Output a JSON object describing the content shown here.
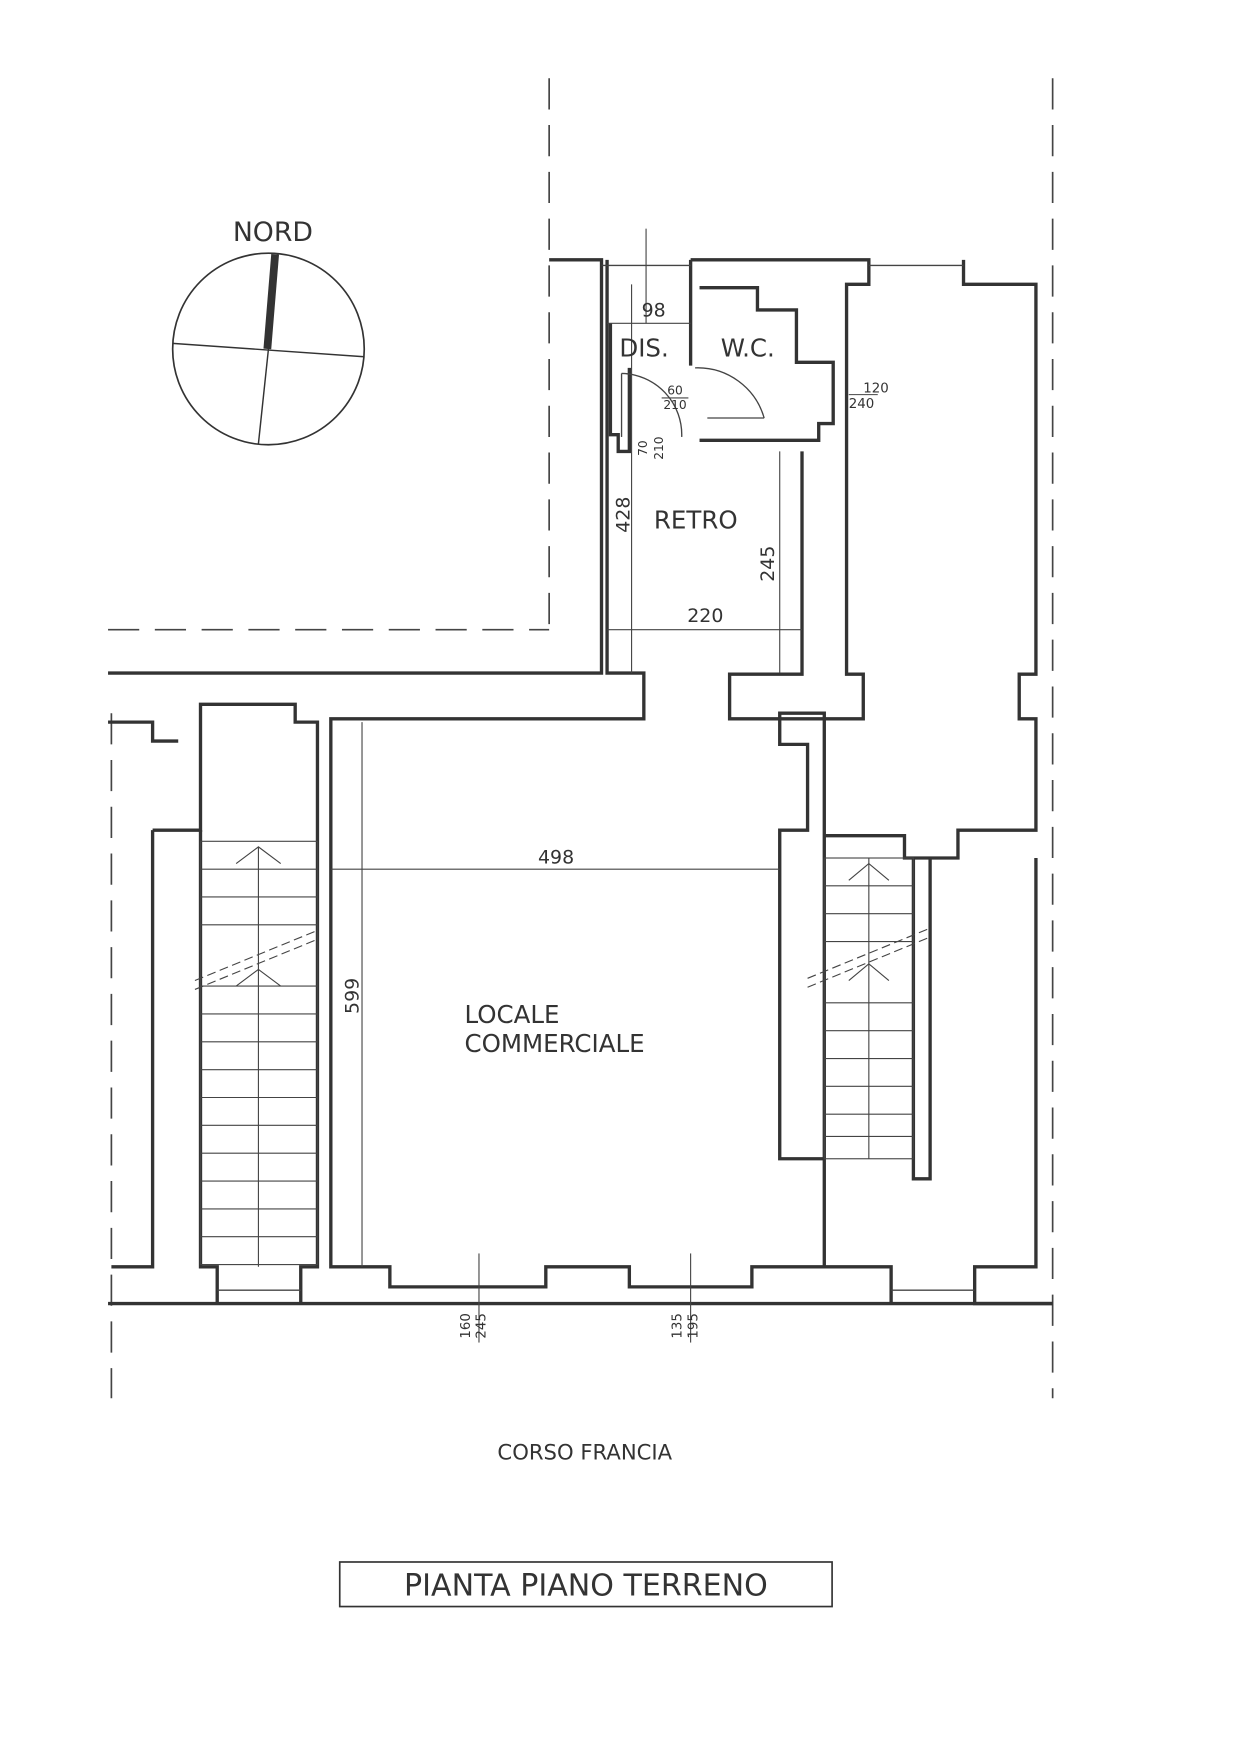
{
  "compass": {
    "label": "NORD"
  },
  "rooms": {
    "dis": "DIS.",
    "wc": "W.C.",
    "retro": "RETRO",
    "locale_line1": "LOCALE",
    "locale_line2": "COMMERCIALE"
  },
  "dimensions": {
    "dis_width": "98",
    "door_wc_w": "60",
    "door_wc_h": "210",
    "door_dis_w": "70",
    "door_dis_h": "210",
    "window_wc_w": "120",
    "window_wc_h": "240",
    "retro_depth": "428",
    "retro_inner": "245",
    "retro_width": "220",
    "locale_width": "498",
    "locale_depth": "599",
    "window1_w": "160",
    "window1_h": "245",
    "window2_w": "135",
    "window2_h": "195"
  },
  "street": "CORSO FRANCIA",
  "title": "PIANTA PIANO TERRENO"
}
